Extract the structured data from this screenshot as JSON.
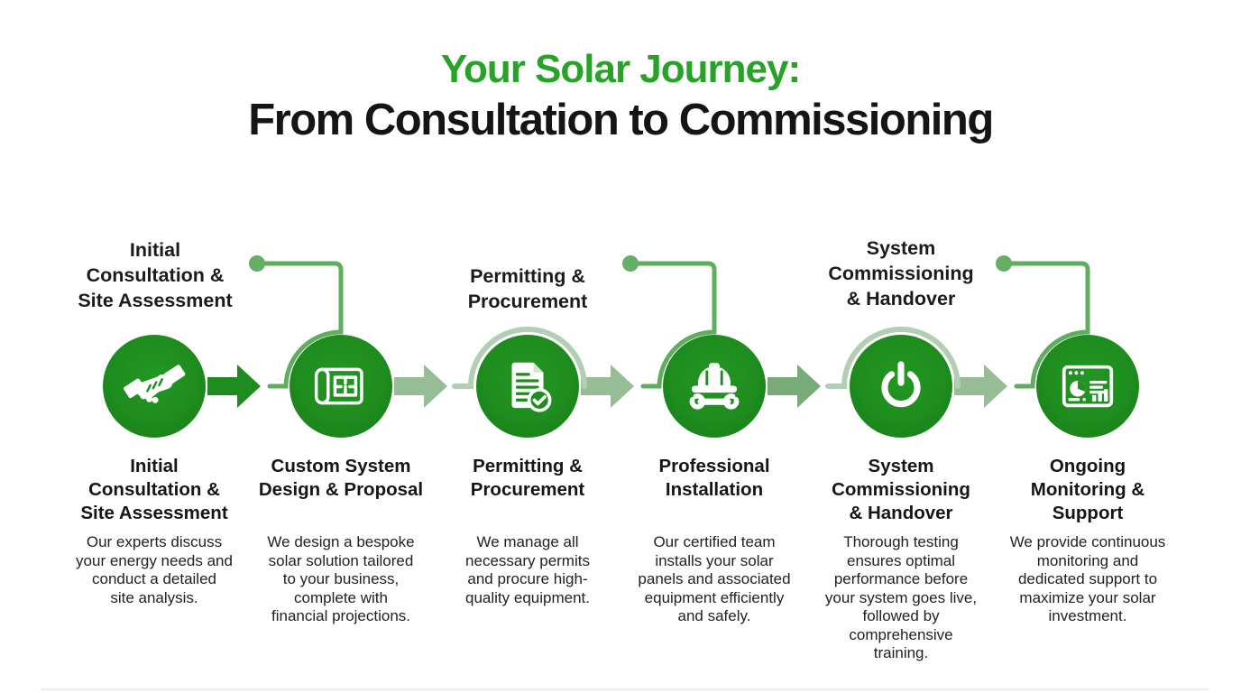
{
  "title": {
    "line1": "Your Solar Journey:",
    "line2": "From Consultation to Commissioning"
  },
  "colors": {
    "accent_green": "#28a228",
    "heading_black": "#151515",
    "circle_green": "#1e8c1e",
    "dark_arrow_green": "#1e8c1e",
    "sage_arrow": "#96bd96",
    "sage_arrow_dark": "#79ab79",
    "connector_green": "#5fae5f",
    "light_arc": "#b3cfb3"
  },
  "steps": [
    {
      "icon": "handshake-icon",
      "top_label": "Initial\nConsultation &\nSite Assessment",
      "title": "Initial\nConsultation &\nSite Assessment",
      "description": "Our experts discuss\nyour energy needs and\nconduct a detailed\nsite analysis."
    },
    {
      "icon": "blueprint-icon",
      "title": "Custom System\nDesign & Proposal",
      "description": "We design a bespoke\nsolar solution tailored\nto your business,\ncomplete with\nfinancial projections."
    },
    {
      "icon": "document-check-icon",
      "top_label": "Permitting &\nProcurement",
      "title": "Permitting &\nProcurement",
      "description": "We manage all\nnecessary permits\nand procure high-\nquality equipment."
    },
    {
      "icon": "hardhat-wrench-icon",
      "title": "Professional\nInstallation",
      "description": "Our certified team\ninstalls your solar\npanels and associated\nequipment efficiently\nand safely."
    },
    {
      "icon": "power-icon",
      "top_label": "System\nCommissioning\n& Handover",
      "title": "System\nCommissioning\n& Handover",
      "description": "Thorough testing\nensures optimal\nperformance before\nyour system goes live,\nfollowed by\ncomprehensive\ntraining."
    },
    {
      "icon": "dashboard-icon",
      "title": "Ongoing\nMonitoring &\nSupport",
      "description": "We provide continuous\nmonitoring and\ndedicated support to\nmaximize your solar\ninvestment."
    }
  ]
}
